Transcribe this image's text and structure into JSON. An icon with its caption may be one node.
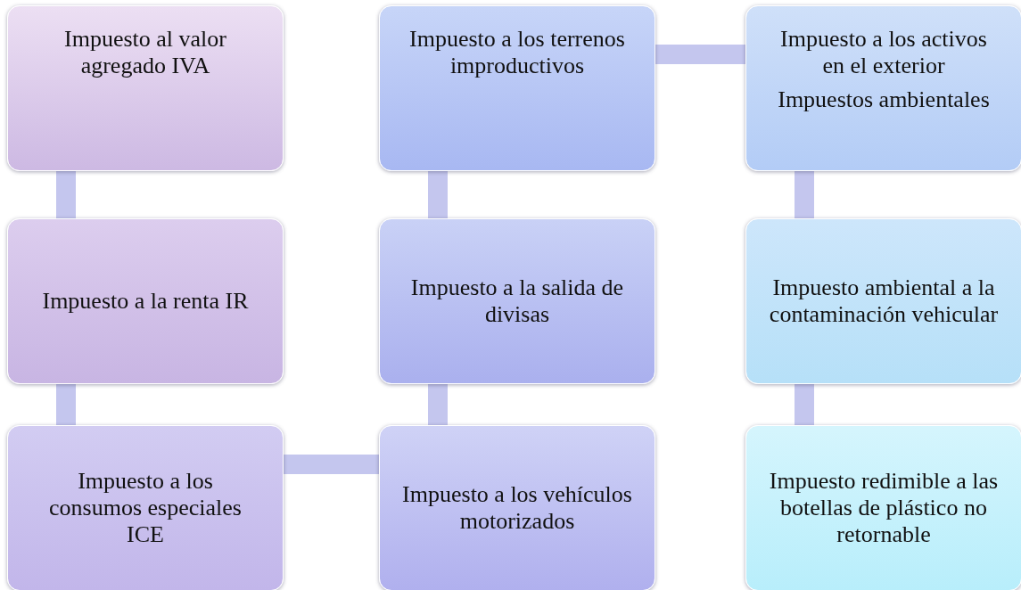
{
  "diagram": {
    "nodes": [
      {
        "text": [
          "Impuesto al valor agregado IVA"
        ]
      },
      {
        "text": [
          "Impuesto a la renta IR"
        ]
      },
      {
        "text": [
          "Impuesto a los consumos especiales ICE"
        ]
      },
      {
        "text": [
          "Impuesto a los vehículos motorizados"
        ]
      },
      {
        "text": [
          "Impuesto a la salida de divisas"
        ]
      },
      {
        "text": [
          "Impuesto a los terrenos improductivos"
        ]
      },
      {
        "text": [
          "Impuesto a los activos en el exterior",
          "Impuestos ambientales"
        ]
      },
      {
        "text": [
          "Impuesto ambiental a la contaminación vehicular"
        ]
      },
      {
        "text": [
          "Impuesto redimible a las botellas de plástico no retornable"
        ]
      }
    ],
    "edges": [
      {
        "from": 0,
        "to": 1,
        "arrow": "none"
      },
      {
        "from": 1,
        "to": 2,
        "arrow": "none"
      },
      {
        "from": 2,
        "to": 3,
        "arrow": "none"
      },
      {
        "from": 3,
        "to": 4,
        "arrow": "none"
      },
      {
        "from": 4,
        "to": 5,
        "arrow": "none"
      },
      {
        "from": 5,
        "to": 6,
        "arrow": "none"
      },
      {
        "from": 6,
        "to": 7,
        "arrow": "none"
      },
      {
        "from": 7,
        "to": 8,
        "arrow": "none"
      }
    ]
  }
}
